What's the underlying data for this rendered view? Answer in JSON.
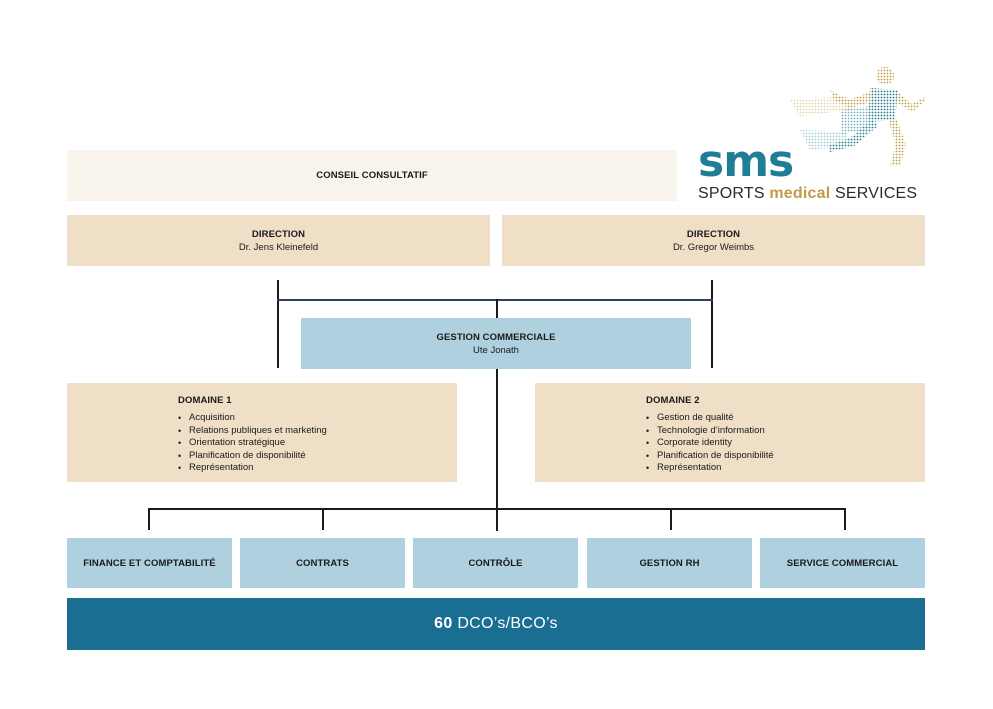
{
  "logo": {
    "wordmark": "sms",
    "tagline_part1": "SPORTS ",
    "tagline_part2": "medical",
    "tagline_part3": " SERVICES",
    "figure_icon": "runner-icon",
    "colors": {
      "teal": "#1f7d95",
      "gold": "#c49a47"
    }
  },
  "advisory_board": {
    "title": "CONSEIL CONSULTATIF"
  },
  "direction_left": {
    "title": "DIRECTION",
    "name": "Dr. Jens Kleinefeld"
  },
  "direction_right": {
    "title": "DIRECTION",
    "name": "Dr. Gregor Weimbs"
  },
  "business_management": {
    "title": "GESTION COMMERCIALE",
    "name": "Ute Jonath"
  },
  "domain_1": {
    "title": "DOMAINE 1",
    "items": [
      "Acquisition",
      "Relations publiques et marketing",
      "Orientation stratégique",
      "Planification de disponibilité",
      "Représentation"
    ]
  },
  "domain_2": {
    "title": "DOMAINE 2",
    "items": [
      "Gestion de qualité",
      "Technologie d’information",
      "Corporate identity",
      "Planification de disponibilité",
      "Représentation"
    ]
  },
  "departments": [
    "FINANCE ET COMPTABILITÉ",
    "CONTRATS",
    "CONTRÔLE",
    "GESTION RH",
    "SERVICE COMMERCIAL"
  ],
  "footer": {
    "count": "60",
    "label": " DCO’s/BCO’s"
  },
  "colors": {
    "cream": "#f8f4ec",
    "beige": "#eedfc6",
    "light_blue": "#aed0df",
    "navy": "#1a6e91"
  }
}
